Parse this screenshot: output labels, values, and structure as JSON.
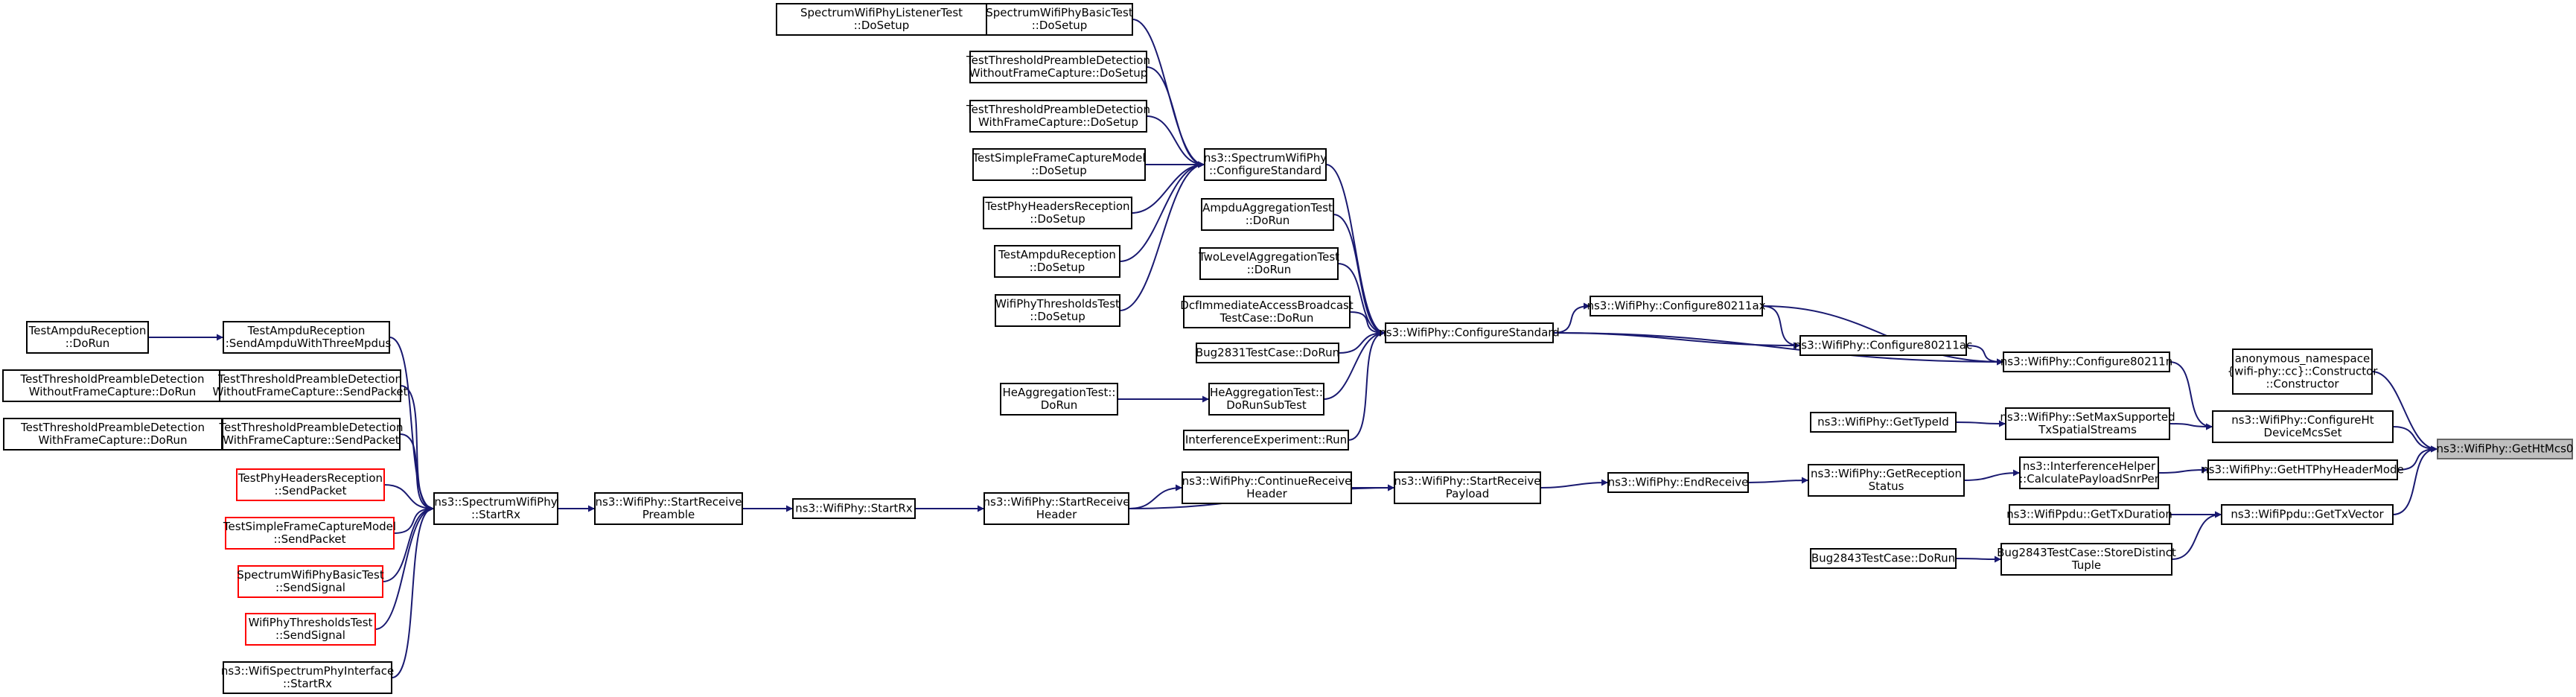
{
  "colors": {
    "edge": "#191970",
    "node_border": "#000000",
    "truncated_border": "#ff0000",
    "root_fill": "#bfbfbf"
  },
  "nodes": [
    {
      "id": "n0",
      "lines": [
        "SpectrumWifiPhyListenerTest",
        "::DoSetup"
      ],
      "style": "normal"
    },
    {
      "id": "n1",
      "lines": [
        "SpectrumWifiPhyBasicTest",
        "::DoSetup"
      ],
      "style": "normal"
    },
    {
      "id": "n2",
      "lines": [
        "TestThresholdPreambleDetection",
        "WithoutFrameCapture::DoSetup"
      ],
      "style": "normal"
    },
    {
      "id": "n3",
      "lines": [
        "TestThresholdPreambleDetection",
        "WithFrameCapture::DoSetup"
      ],
      "style": "normal"
    },
    {
      "id": "n4",
      "lines": [
        "TestSimpleFrameCaptureModel",
        "::DoSetup"
      ],
      "style": "normal"
    },
    {
      "id": "n5",
      "lines": [
        "TestPhyHeadersReception",
        "::DoSetup"
      ],
      "style": "normal"
    },
    {
      "id": "n6",
      "lines": [
        "TestAmpduReception",
        "::DoSetup"
      ],
      "style": "normal"
    },
    {
      "id": "n7",
      "lines": [
        "WifiPhyThresholdsTest",
        "::DoSetup"
      ],
      "style": "normal"
    },
    {
      "id": "n8",
      "lines": [
        "ns3::SpectrumWifiPhy",
        "::ConfigureStandard"
      ],
      "style": "normal"
    },
    {
      "id": "n9",
      "lines": [
        "AmpduAggregationTest",
        "::DoRun"
      ],
      "style": "normal"
    },
    {
      "id": "n10",
      "lines": [
        "TwoLevelAggregationTest",
        "::DoRun"
      ],
      "style": "normal"
    },
    {
      "id": "n11",
      "lines": [
        "DcfImmediateAccessBroadcast",
        "TestCase::DoRun"
      ],
      "style": "normal"
    },
    {
      "id": "n12",
      "lines": [
        "Bug2831TestCase::DoRun"
      ],
      "style": "normal"
    },
    {
      "id": "n13",
      "lines": [
        "HeAggregationTest::",
        "DoRun"
      ],
      "style": "normal"
    },
    {
      "id": "n14",
      "lines": [
        "HeAggregationTest::",
        "DoRunSubTest"
      ],
      "style": "normal"
    },
    {
      "id": "n15",
      "lines": [
        "InterferenceExperiment::Run"
      ],
      "style": "normal"
    },
    {
      "id": "n16",
      "lines": [
        "ns3::WifiPhy::ConfigureStandard"
      ],
      "style": "normal"
    },
    {
      "id": "n17",
      "lines": [
        "ns3::WifiPhy::Configure80211ax"
      ],
      "style": "normal"
    },
    {
      "id": "n18",
      "lines": [
        "ns3::WifiPhy::Configure80211ac"
      ],
      "style": "normal"
    },
    {
      "id": "n19",
      "lines": [
        "ns3::WifiPhy::Configure80211n"
      ],
      "style": "normal"
    },
    {
      "id": "n20",
      "lines": [
        "anonymous_namespace",
        "{wifi-phy::cc}::Constructor",
        "::Constructor"
      ],
      "style": "normal"
    },
    {
      "id": "n21",
      "lines": [
        "ns3::WifiPhy::GetTypeId"
      ],
      "style": "normal"
    },
    {
      "id": "n22",
      "lines": [
        "ns3::WifiPhy::SetMaxSupported",
        "TxSpatialStreams"
      ],
      "style": "normal"
    },
    {
      "id": "n23",
      "lines": [
        "ns3::WifiPhy::ConfigureHt",
        "DeviceMcsSet"
      ],
      "style": "normal"
    },
    {
      "id": "n24",
      "lines": [
        "ns3::WifiPhy::GetHtMcs0"
      ],
      "style": "root"
    },
    {
      "id": "n25",
      "lines": [
        "TestAmpduReception",
        "::DoRun"
      ],
      "style": "normal"
    },
    {
      "id": "n26",
      "lines": [
        "TestAmpduReception",
        "::SendAmpduWithThreeMpdus"
      ],
      "style": "normal"
    },
    {
      "id": "n27",
      "lines": [
        "TestThresholdPreambleDetection",
        "WithoutFrameCapture::DoRun"
      ],
      "style": "normal"
    },
    {
      "id": "n28",
      "lines": [
        "TestThresholdPreambleDetection",
        "WithoutFrameCapture::SendPacket"
      ],
      "style": "normal"
    },
    {
      "id": "n29",
      "lines": [
        "TestThresholdPreambleDetection",
        "WithFrameCapture::DoRun"
      ],
      "style": "normal"
    },
    {
      "id": "n30",
      "lines": [
        "TestThresholdPreambleDetection",
        "WithFrameCapture::SendPacket"
      ],
      "style": "normal"
    },
    {
      "id": "n31",
      "lines": [
        "TestPhyHeadersReception",
        "::SendPacket"
      ],
      "style": "red"
    },
    {
      "id": "n32",
      "lines": [
        "TestSimpleFrameCaptureModel",
        "::SendPacket"
      ],
      "style": "red"
    },
    {
      "id": "n33",
      "lines": [
        "SpectrumWifiPhyBasicTest",
        "::SendSignal"
      ],
      "style": "red"
    },
    {
      "id": "n34",
      "lines": [
        "WifiPhyThresholdsTest",
        "::SendSignal"
      ],
      "style": "red"
    },
    {
      "id": "n35",
      "lines": [
        "ns3::WifiSpectrumPhyInterface",
        "::StartRx"
      ],
      "style": "normal"
    },
    {
      "id": "n36",
      "lines": [
        "ns3::SpectrumWifiPhy",
        "::StartRx"
      ],
      "style": "normal"
    },
    {
      "id": "n37",
      "lines": [
        "ns3::WifiPhy::StartReceive",
        "Preamble"
      ],
      "style": "normal"
    },
    {
      "id": "n38",
      "lines": [
        "ns3::WifiPhy::StartRx"
      ],
      "style": "normal"
    },
    {
      "id": "n39",
      "lines": [
        "ns3::WifiPhy::StartReceive",
        "Header"
      ],
      "style": "normal"
    },
    {
      "id": "n40",
      "lines": [
        "ns3::WifiPhy::ContinueReceive",
        "Header"
      ],
      "style": "normal"
    },
    {
      "id": "n41",
      "lines": [
        "ns3::WifiPhy::StartReceive",
        "Payload"
      ],
      "style": "normal"
    },
    {
      "id": "n42",
      "lines": [
        "ns3::WifiPhy::EndReceive"
      ],
      "style": "normal"
    },
    {
      "id": "n43",
      "lines": [
        "ns3::WifiPhy::GetReception",
        "Status"
      ],
      "style": "normal"
    },
    {
      "id": "n44",
      "lines": [
        "ns3::InterferenceHelper",
        "::CalculatePayloadSnrPer"
      ],
      "style": "normal"
    },
    {
      "id": "n45",
      "lines": [
        "ns3::WifiPhy::GetHTPhyHeaderMode"
      ],
      "style": "normal"
    },
    {
      "id": "n46",
      "lines": [
        "ns3::WifiPpdu::GetTxDuration"
      ],
      "style": "normal"
    },
    {
      "id": "n47",
      "lines": [
        "ns3::WifiPpdu::GetTxVector"
      ],
      "style": "normal"
    },
    {
      "id": "n48",
      "lines": [
        "Bug2843TestCase::DoRun"
      ],
      "style": "normal"
    },
    {
      "id": "n49",
      "lines": [
        "Bug2843TestCase::StoreDistinct",
        "Tuple"
      ],
      "style": "normal"
    }
  ],
  "edges": [
    [
      "n0",
      "n1"
    ],
    [
      "n1",
      "n8"
    ],
    [
      "n2",
      "n8"
    ],
    [
      "n3",
      "n8"
    ],
    [
      "n4",
      "n8"
    ],
    [
      "n5",
      "n8"
    ],
    [
      "n6",
      "n8"
    ],
    [
      "n7",
      "n8"
    ],
    [
      "n8",
      "n16"
    ],
    [
      "n9",
      "n16"
    ],
    [
      "n10",
      "n16"
    ],
    [
      "n11",
      "n16"
    ],
    [
      "n12",
      "n16"
    ],
    [
      "n13",
      "n14"
    ],
    [
      "n14",
      "n16"
    ],
    [
      "n15",
      "n16"
    ],
    [
      "n16",
      "n17"
    ],
    [
      "n16",
      "n18"
    ],
    [
      "n16",
      "n19"
    ],
    [
      "n17",
      "n18"
    ],
    [
      "n17",
      "n19"
    ],
    [
      "n18",
      "n19"
    ],
    [
      "n19",
      "n23"
    ],
    [
      "n21",
      "n22"
    ],
    [
      "n22",
      "n23"
    ],
    [
      "n20",
      "n24"
    ],
    [
      "n23",
      "n24"
    ],
    [
      "n45",
      "n24"
    ],
    [
      "n47",
      "n24"
    ],
    [
      "n25",
      "n26"
    ],
    [
      "n27",
      "n28"
    ],
    [
      "n29",
      "n30"
    ],
    [
      "n26",
      "n36"
    ],
    [
      "n28",
      "n36"
    ],
    [
      "n30",
      "n36"
    ],
    [
      "n31",
      "n36"
    ],
    [
      "n32",
      "n36"
    ],
    [
      "n33",
      "n36"
    ],
    [
      "n34",
      "n36"
    ],
    [
      "n35",
      "n36"
    ],
    [
      "n36",
      "n37"
    ],
    [
      "n37",
      "n38"
    ],
    [
      "n38",
      "n39"
    ],
    [
      "n39",
      "n40"
    ],
    [
      "n39",
      "n41"
    ],
    [
      "n40",
      "n41"
    ],
    [
      "n41",
      "n42"
    ],
    [
      "n42",
      "n43"
    ],
    [
      "n43",
      "n44"
    ],
    [
      "n44",
      "n45"
    ],
    [
      "n46",
      "n47"
    ],
    [
      "n48",
      "n49"
    ],
    [
      "n49",
      "n47"
    ]
  ]
}
